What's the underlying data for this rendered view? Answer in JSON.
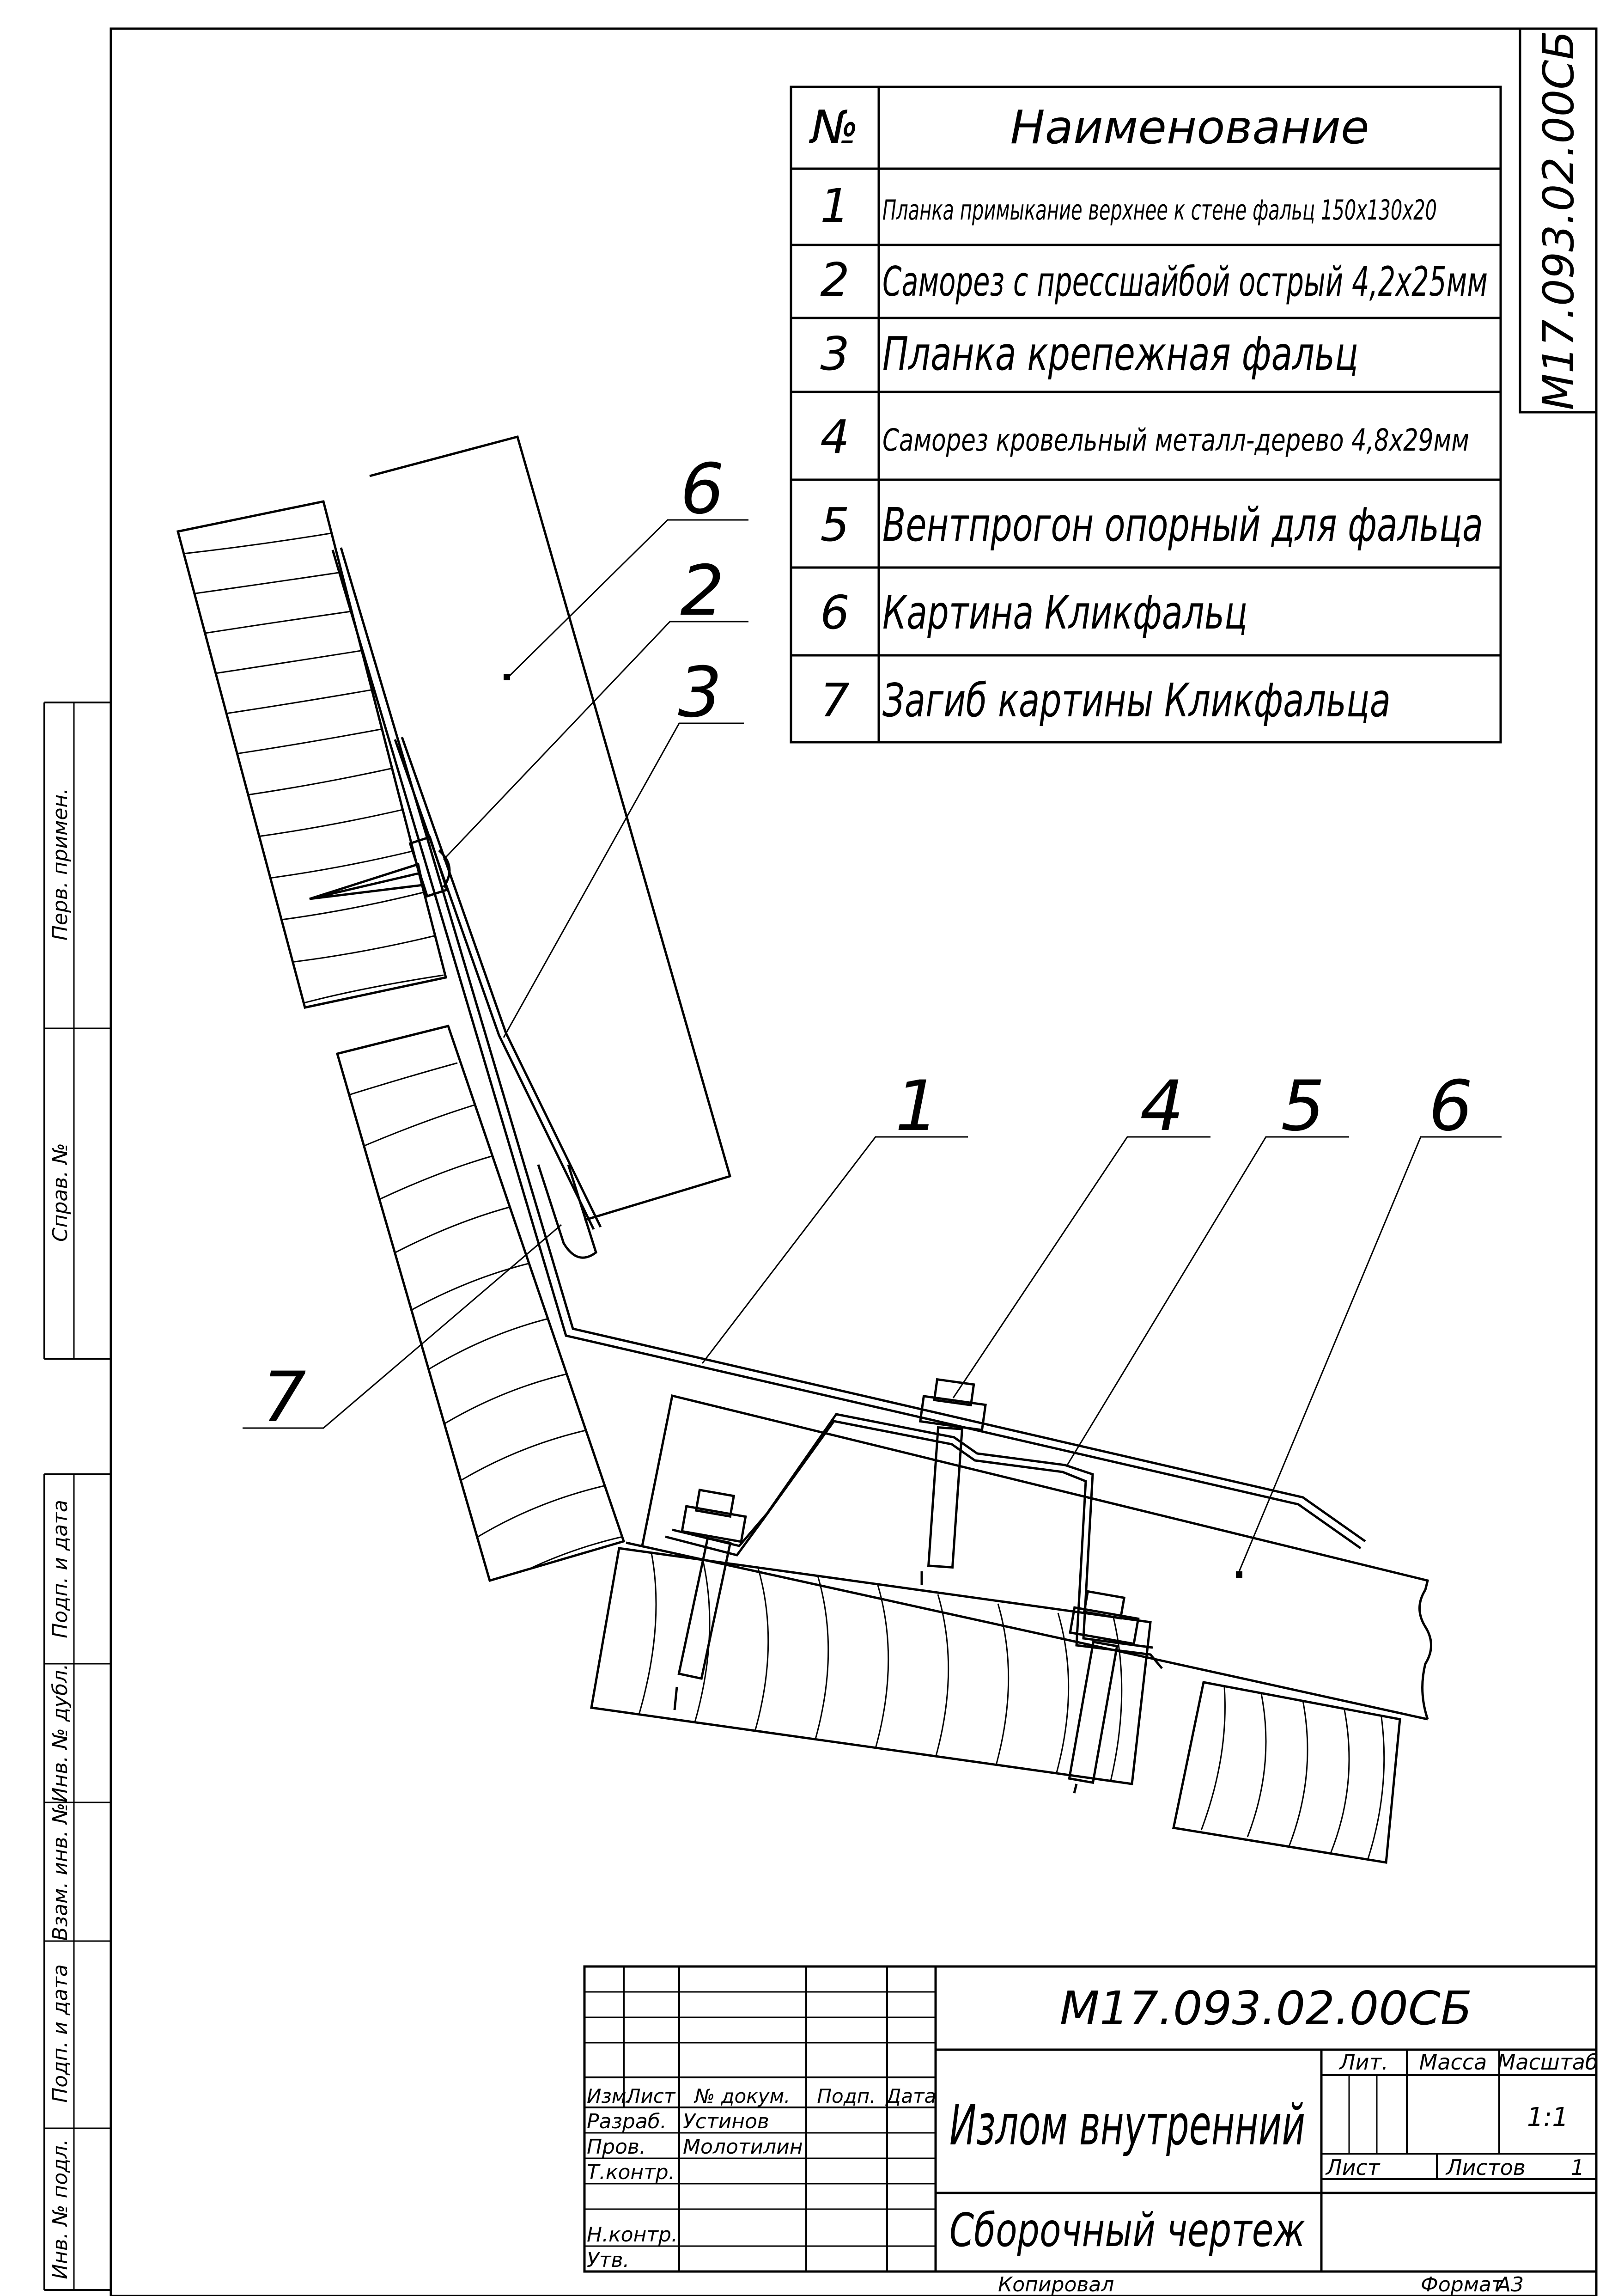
{
  "document": {
    "code": "М17.093.02.00СБ",
    "code_side": "М17.093.02.00СБ",
    "title": "Излом внутренний",
    "doc_type": "Сборочный чертеж",
    "copied": "Копировал",
    "format_label": "Формат",
    "format_value": "А3"
  },
  "parts_table": {
    "header_no": "№",
    "header_name": "Наименование",
    "rows": [
      {
        "no": "1",
        "name": "Планка примыкание верхнее к стене фальц 150х130х20"
      },
      {
        "no": "2",
        "name": "Саморез с прессшайбой острый 4,2х25мм"
      },
      {
        "no": "3",
        "name": "Планка крепежная фальц"
      },
      {
        "no": "4",
        "name": "Саморез кровельный металл-дерево 4,8х29мм"
      },
      {
        "no": "5",
        "name": "Вентпрогон опорный для фальца"
      },
      {
        "no": "6",
        "name": "Картина Кликфальц"
      },
      {
        "no": "7",
        "name": "Загиб картины Кликфальца"
      }
    ]
  },
  "callouts": [
    "6",
    "2",
    "3",
    "1",
    "4",
    "5",
    "6",
    "7"
  ],
  "side_stamp": [
    "Перв. примен.",
    "Справ. №",
    "Подп. и дата",
    "Инв. № дубл.",
    "Взам. инв. №",
    "Подп. и дата",
    "Инв. № подл."
  ],
  "title_block": {
    "col_izm": "Изм.",
    "col_list": "Лист",
    "col_doc": "№ докум.",
    "col_sign": "Подп.",
    "col_date": "Дата",
    "role_razrab": "Разраб.",
    "name_razrab": "Устинов",
    "role_prov": "Пров.",
    "name_prov": "Молотилин",
    "role_tkontr": "Т.контр.",
    "role_nkontr": "Н.контр.",
    "role_utv": "Утв.",
    "lit_label": "Лит.",
    "mass_label": "Масса",
    "scale_label": "Масштаб",
    "scale_value": "1:1",
    "sheet_label": "Лист",
    "sheets_label": "Листов",
    "sheets_value": "1"
  }
}
